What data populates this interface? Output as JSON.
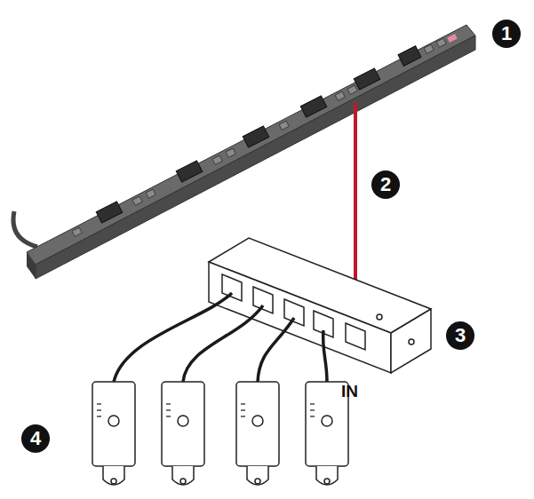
{
  "diagram": {
    "labels": [
      "1",
      "2",
      "3",
      "4",
      "IN"
    ]
  }
}
